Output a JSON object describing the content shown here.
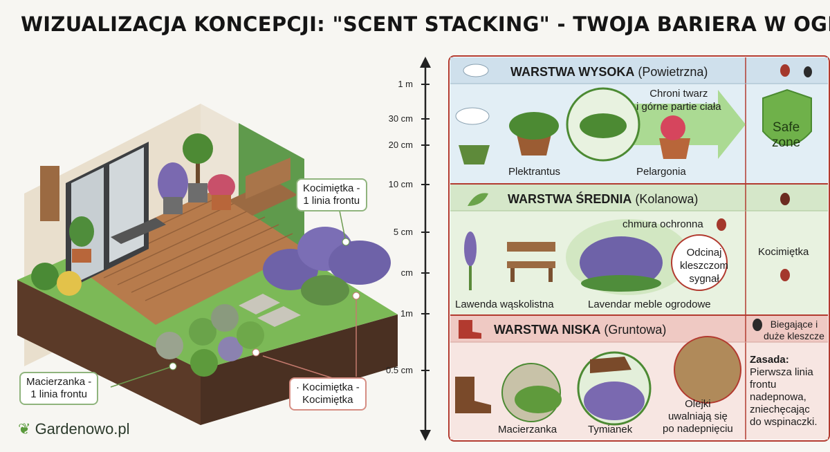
{
  "title": "WIZUALIZACJA KONCEPCJI: \"SCENT STACKING\" - TWOJA BARIERA W OGRODZIE",
  "scale": [
    "1 m",
    "30 cm",
    "20 cm",
    "10 cm",
    "5 cm",
    "cm",
    "1m",
    "0.5 cm"
  ],
  "garden_callouts": {
    "kocimietka_top": "Kocimiętka -\n1 linia frontu",
    "macierzanka": "Macierzanka -\n1 linia frontu",
    "kocimietka_bottom": "· Kocimiętka -\nKocimiętka"
  },
  "bands": {
    "high": {
      "title": "WARSTWA WYSOKA",
      "subtitle": "(Powietrzna)",
      "note": "Chroni twarz\ni górne partie ciała",
      "plant1": "Plektrantus",
      "plant2": "Pelargonia",
      "badge": "Safe\nzone"
    },
    "mid": {
      "title": "WARSTWA ŚREDNIA",
      "subtitle": "(Kolanowa)",
      "cloud": "chmura ochronna",
      "signal": "Odcinaj\nkleszczom\nsygnał",
      "plant1": "Lawenda wąskolistna",
      "plant2": "Lavendar meble ogrodowe",
      "side": "Kocimiętka"
    },
    "low": {
      "title": "WARSTWA NISKA",
      "subtitle": "(Gruntowa)",
      "side_head": "Biegające i\nduże kleszcze",
      "rule_title": "Zasada:",
      "rule_text": "Pierwsza linia\nfrontu\nnadepnowa,\nzniechęcając\ndo wspinaczki.",
      "plant1": "Macierzanka",
      "plant2": "Tymianek",
      "oils": "Olejki\nuwalniają się\npo nadepnięciu"
    }
  },
  "logo": "Gardenowo.pl",
  "colors": {
    "high": "#dceaf3",
    "mid": "#e3efda",
    "low": "#f6e1de",
    "border": "#b23a2f"
  }
}
